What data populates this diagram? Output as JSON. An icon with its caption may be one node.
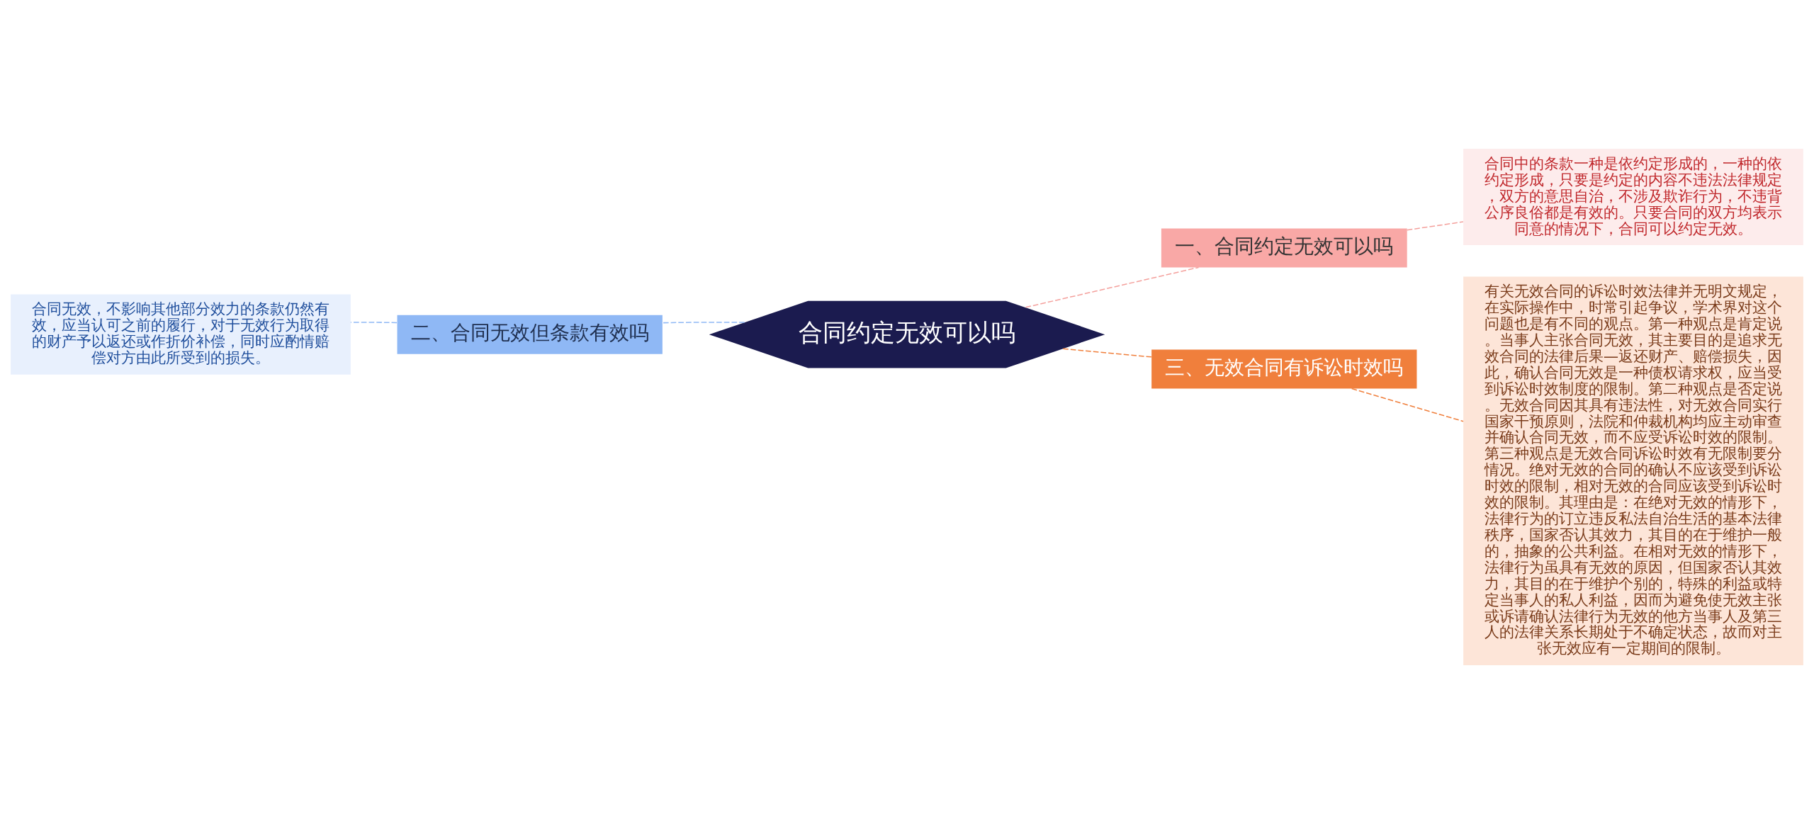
{
  "diagram": {
    "nodes": [
      {
        "text": [
          "合同约定无效可以吗"
        ]
      },
      {
        "text": [
          "一、合同约定无效可以吗"
        ]
      },
      {
        "text": [
          "合同中的条款一种是依约定形成的，一种的依约定形成，只要是约定的内容不违法法律规定，双方的意思自治，不涉及欺诈行为，不违背公序良俗都是有效的。只要合同的双方均表示同意的情况下，合同可以约定无效。"
        ]
      },
      {
        "text": [
          "二、合同无效但条款有效吗"
        ]
      },
      {
        "text": [
          "合同无效，不影响其他部分效力的条款仍然有效，应当认可之前的履行，对于无效行为取得的财产予以返还或作折价补偿，同时应酌情赔偿对方由此所受到的损失。"
        ]
      },
      {
        "text": [
          "三、无效合同有诉讼时效吗"
        ]
      },
      {
        "text": [
          "有关无效合同的诉讼时效法律并无明文规定，在实际操作中，时常引起争议，学术界对这个问题也是有不同的观点。第一种观点是肯定说。当事人主张合同无效，其主要目的是追求无效合同的法律后果—返还财产、赔偿损失，因此，确认合同无效是一种债权请求权，应当受到诉讼时效制度的限制。第二种观点是否定说。无效合同因其具有违法性，对无效合同实行国家干预原则，法院和仲裁机构均应主动审查并确认合同无效，而不应受诉讼时效的限制。第三种观点是无效合同诉讼时效有无限制要分情况。绝对无效的合同的确认不应该受到诉讼时效的限制，相对无效的合同应该受到诉讼时效的限制。其理由是：在绝对无效的情形下，法律行为的订立违反私法自治生活的基本法律秩序，国家否认其效力，其目的在于维护一般的，抽象的公共利益。在相对无效的情形下，法律行为虽具有无效的原因，但国家否认其效力，其目的在于维护个别的，特殊的利益或特定当事人的私人利益，因而为避免使无效主张或诉请确认法律行为无效的他方当事人及第三人的法律关系长期处于不确定状态，故而对主张无效应有一定期间的限制。"
        ]
      }
    ],
    "edges": [
      {
        "from": 0,
        "to": 1,
        "arrow": "none",
        "style": "dashed",
        "color": "#f4a09c"
      },
      {
        "from": 1,
        "to": 2,
        "arrow": "none",
        "style": "dashed",
        "color": "#f4a09c"
      },
      {
        "from": 0,
        "to": 3,
        "arrow": "none",
        "style": "dashed",
        "color": "#8fb8f5"
      },
      {
        "from": 3,
        "to": 4,
        "arrow": "none",
        "style": "dashed",
        "color": "#8fb8f5"
      },
      {
        "from": 0,
        "to": 5,
        "arrow": "none",
        "style": "dashed",
        "color": "#f07f3c"
      },
      {
        "from": 5,
        "to": 6,
        "arrow": "none",
        "style": "dashed",
        "color": "#f07f3c"
      }
    ]
  }
}
